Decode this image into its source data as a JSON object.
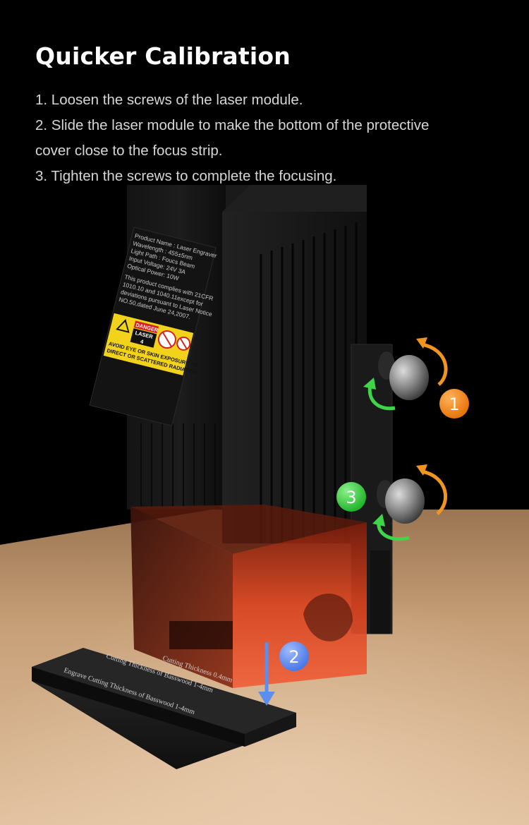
{
  "headline": "Quicker Calibration",
  "steps": [
    "1. Loosen the screws of the laser module.",
    "2. Slide the laser module to make the bottom of the protective",
    "cover close to the focus strip.",
    "3. Tighten the screws to complete the focusing."
  ],
  "product_label": {
    "lines": [
      "Product Name : Laser Engraver",
      "Wavelength : 455±5nm",
      "Light Path : Foucs Beam",
      "Input Voltage: 24V 3A",
      "Optical Power: 10W",
      "This product complies with 21CFR",
      "1010.10 and 1040.11except for",
      "deviations pursuant to Laser Notice",
      "NO.50,dated June 24,2007."
    ],
    "danger": "DANGER",
    "laser_class": "LASER",
    "laser_class_num": "4",
    "warning_line1": "AVOID EYE OR SKIN EXPOSURE TO",
    "warning_line2": "DIRECT OR SCATTERED RADIATION"
  },
  "focus_strip": {
    "text_top": "Cutting Thickness 0.4mm",
    "text_mid": "Cutting Thickness of Basswood 1-4mm",
    "text_bottom": "Engrave Cutting Thickness of Basswood 1-4mm"
  },
  "badges": [
    {
      "number": "1",
      "color": "#f28a1a"
    },
    {
      "number": "2",
      "color": "#5b8ef0"
    },
    {
      "number": "3",
      "color": "#3ecf3e"
    }
  ],
  "colors": {
    "background": "#000000",
    "table": "#c9a47c",
    "acrylic": "#d8431f",
    "orange_arrow": "#f2951e",
    "green_arrow": "#3fd44a",
    "blue_arrow": "#5b8ef0"
  }
}
